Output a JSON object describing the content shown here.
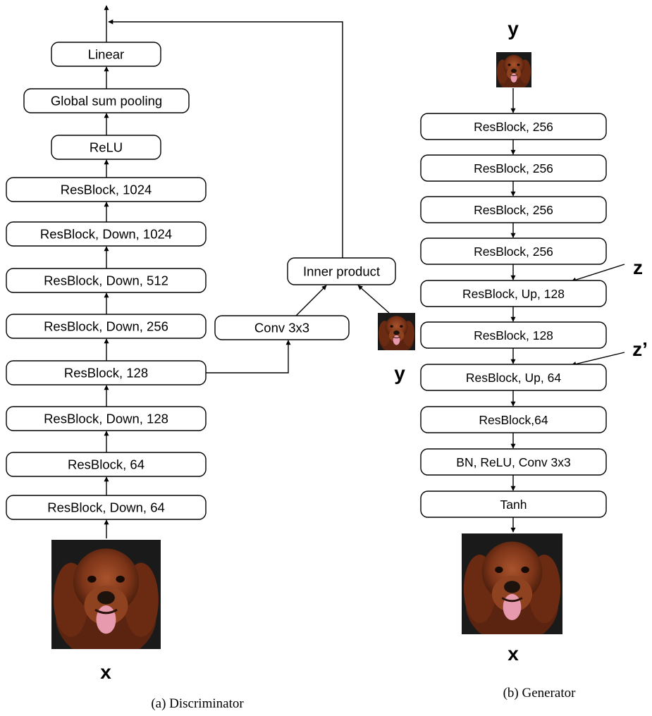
{
  "discriminator": {
    "caption": "(a)  Discriminator",
    "input_label": "x",
    "layers": [
      "Linear",
      "Global sum pooling",
      "ReLU",
      "ResBlock, 1024",
      "ResBlock, Down, 1024",
      "ResBlock, Down, 512",
      "ResBlock, Down, 256",
      "ResBlock, 128",
      "ResBlock, Down, 128",
      "ResBlock, 64",
      "ResBlock, Down, 64"
    ],
    "conv_label": "Conv 3x3",
    "inner_product_label": "Inner product",
    "class_label": "y"
  },
  "generator": {
    "caption": "(b)  Generator",
    "input_label": "y",
    "output_label": "x",
    "noise_labels": [
      "z",
      "z’"
    ],
    "layers": [
      "ResBlock, 256",
      "ResBlock, 256",
      "ResBlock, 256",
      "ResBlock, 256",
      "ResBlock, Up, 128",
      "ResBlock, 128",
      "ResBlock, Up, 64",
      "ResBlock,64",
      "BN, ReLU, Conv 3x3",
      "Tanh"
    ]
  },
  "colors": {
    "stroke": "#000000",
    "background": "#ffffff",
    "dog_fur": "#8a3a1c",
    "dog_tongue": "#e79aae"
  },
  "icons": [
    "dog-image"
  ]
}
